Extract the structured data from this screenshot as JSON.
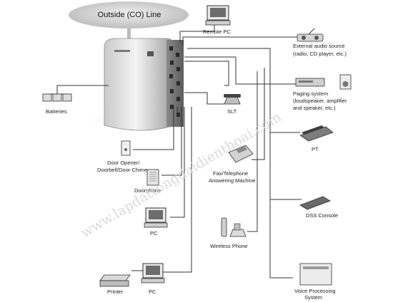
{
  "diagram": {
    "co_line": "Outside (CO) Line",
    "watermark": "www.lapdattongdaidienthoai.com",
    "devices": {
      "remote_pc": "Remote PC",
      "external_audio": [
        "External audio source",
        "(radio, CD player, etc.)"
      ],
      "paging": [
        "Paging system",
        "(loudspeaker, amplifier",
        "and speaker, etc.)"
      ],
      "batteries": "Batteries",
      "slt": "SLT",
      "pt": "PT",
      "door_opener": [
        "Door Opener/",
        "Doorbell/Door Chime"
      ],
      "fax": [
        "Fax/Telephone",
        "Answering Machine"
      ],
      "doorphone": "Doorphone",
      "dss": "DSS Console",
      "pc_middle": "PC",
      "wireless": "Wireless Phone",
      "printer": "Printer",
      "pc_bottom": "PC",
      "voice": [
        "Voice Processing",
        "System"
      ]
    }
  }
}
